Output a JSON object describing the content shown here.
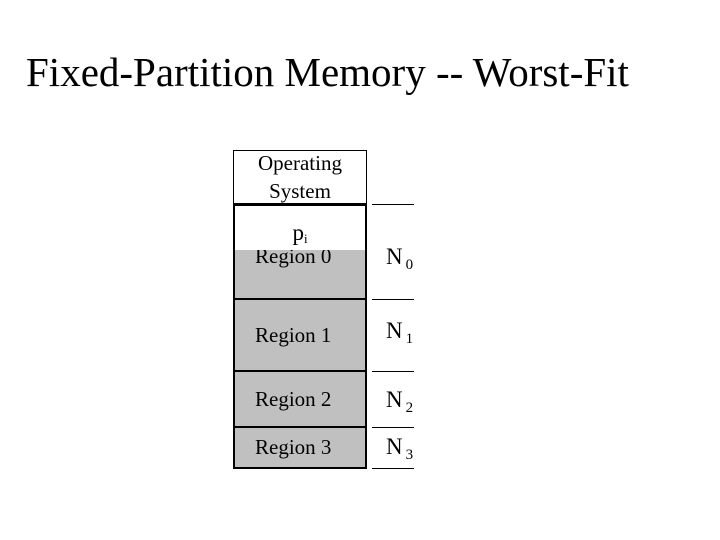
{
  "title": "Fixed-Partition Memory -- Worst-Fit",
  "os": {
    "line1": "Operating",
    "line2": "System"
  },
  "process": {
    "letter": "p",
    "subscript": "i"
  },
  "regions": [
    {
      "label": "Region 0",
      "size_letter": "N",
      "size_sub": "0"
    },
    {
      "label": "Region 1",
      "size_letter": "N",
      "size_sub": "1"
    },
    {
      "label": "Region 2",
      "size_letter": "N",
      "size_sub": "2"
    },
    {
      "label": "Region 3",
      "size_letter": "N",
      "size_sub": "3"
    }
  ],
  "colors": {
    "region_fill": "#c0c0c0",
    "process_fill": "#ffffff",
    "background": "#ffffff"
  }
}
